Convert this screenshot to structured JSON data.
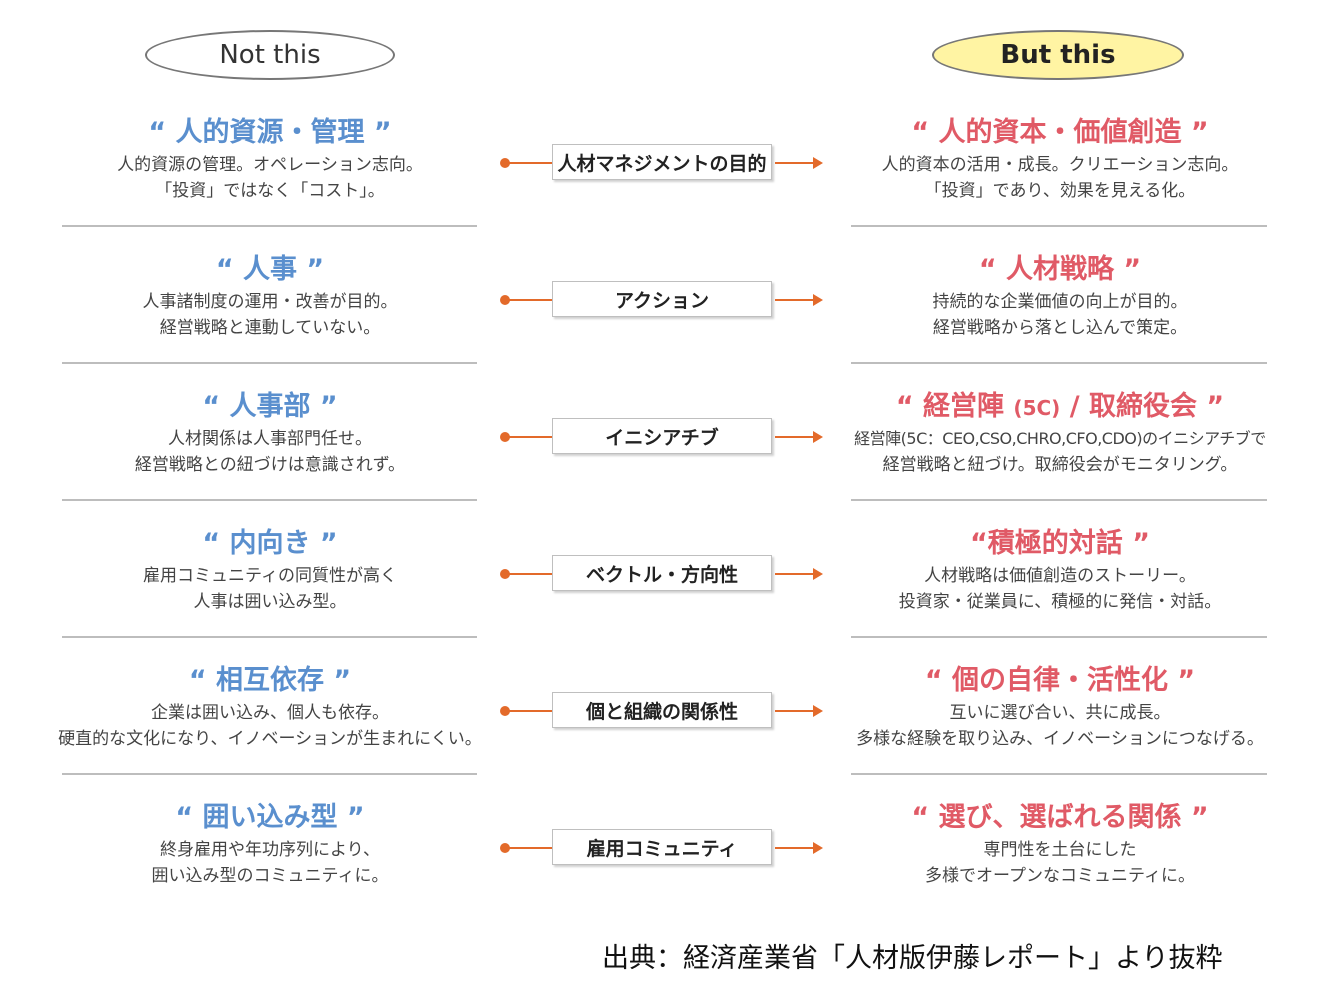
{
  "header": {
    "not_label": "Not this",
    "but_label": "But this"
  },
  "rows": [
    {
      "left_title": "“ 人的資源・管理 ”",
      "left_desc1": "人的資源の管理。オペレーション志向。",
      "left_desc2": "「投資」ではなく「コスト」。",
      "center_label": "人材マネジメントの目的",
      "right_title": "“ 人的資本・価値創造 ”",
      "right_desc1": "人的資本の活用・成長。クリエーション志向。",
      "right_desc2": "「投資」であり、効果を見える化。"
    },
    {
      "left_title": "“ 人事 ”",
      "left_desc1": "人事諸制度の運用・改善が目的。",
      "left_desc2": "経営戦略と連動していない。",
      "center_label": "アクション",
      "right_title": "“ 人材戦略 ”",
      "right_desc1": "持続的な企業価値の向上が目的。",
      "right_desc2": "経営戦略から落とし込んで策定。"
    },
    {
      "left_title": "“ 人事部 ”",
      "left_desc1": "人材関係は人事部門任せ。",
      "left_desc2": "経営戦略との紐づけは意識されず。",
      "center_label": "イニシアチブ",
      "right_title_a": "“ 経営陣 ",
      "right_title_b": "(5C)",
      "right_title_c": " / 取締役会 ”",
      "right_desc1": "経営陣(5C：CEO,CSO,CHRO,CFO,CDO)のイニシアチブで",
      "right_desc2": "経営戦略と紐づけ。取締役会がモニタリング。"
    },
    {
      "left_title": "“ 内向き ”",
      "left_desc1": "雇用コミュニティの同質性が高く",
      "left_desc2": "人事は囲い込み型。",
      "center_label": "ベクトル・方向性",
      "right_title": "“積極的対話 ”",
      "right_desc1": "人材戦略は価値創造のストーリー。",
      "right_desc2": "投資家・従業員に、積極的に発信・対話。"
    },
    {
      "left_title": "“ 相互依存 ”",
      "left_desc1": "企業は囲い込み、個人も依存。",
      "left_desc2": "硬直的な文化になり、イノベーションが生まれにくい。",
      "center_label": "個と組織の関係性",
      "right_title": "“ 個の自律・活性化 ”",
      "right_desc1": "互いに選び合い、共に成長。",
      "right_desc2": "多様な経験を取り込み、イノベーションにつなげる。"
    },
    {
      "left_title": "“ 囲い込み型 ”",
      "left_desc1": "終身雇用や年功序列により、",
      "left_desc2": "囲い込み型のコミュニティに。",
      "center_label": "雇用コミュニティ",
      "right_title": "“ 選び、選ばれる関係 ”",
      "right_desc1": "専門性を土台にした",
      "right_desc2": "多様でオープンなコミュニティに。"
    }
  ],
  "footer": {
    "source": "出典：経済産業省「人材版伊藤レポート」より抜粋"
  }
}
